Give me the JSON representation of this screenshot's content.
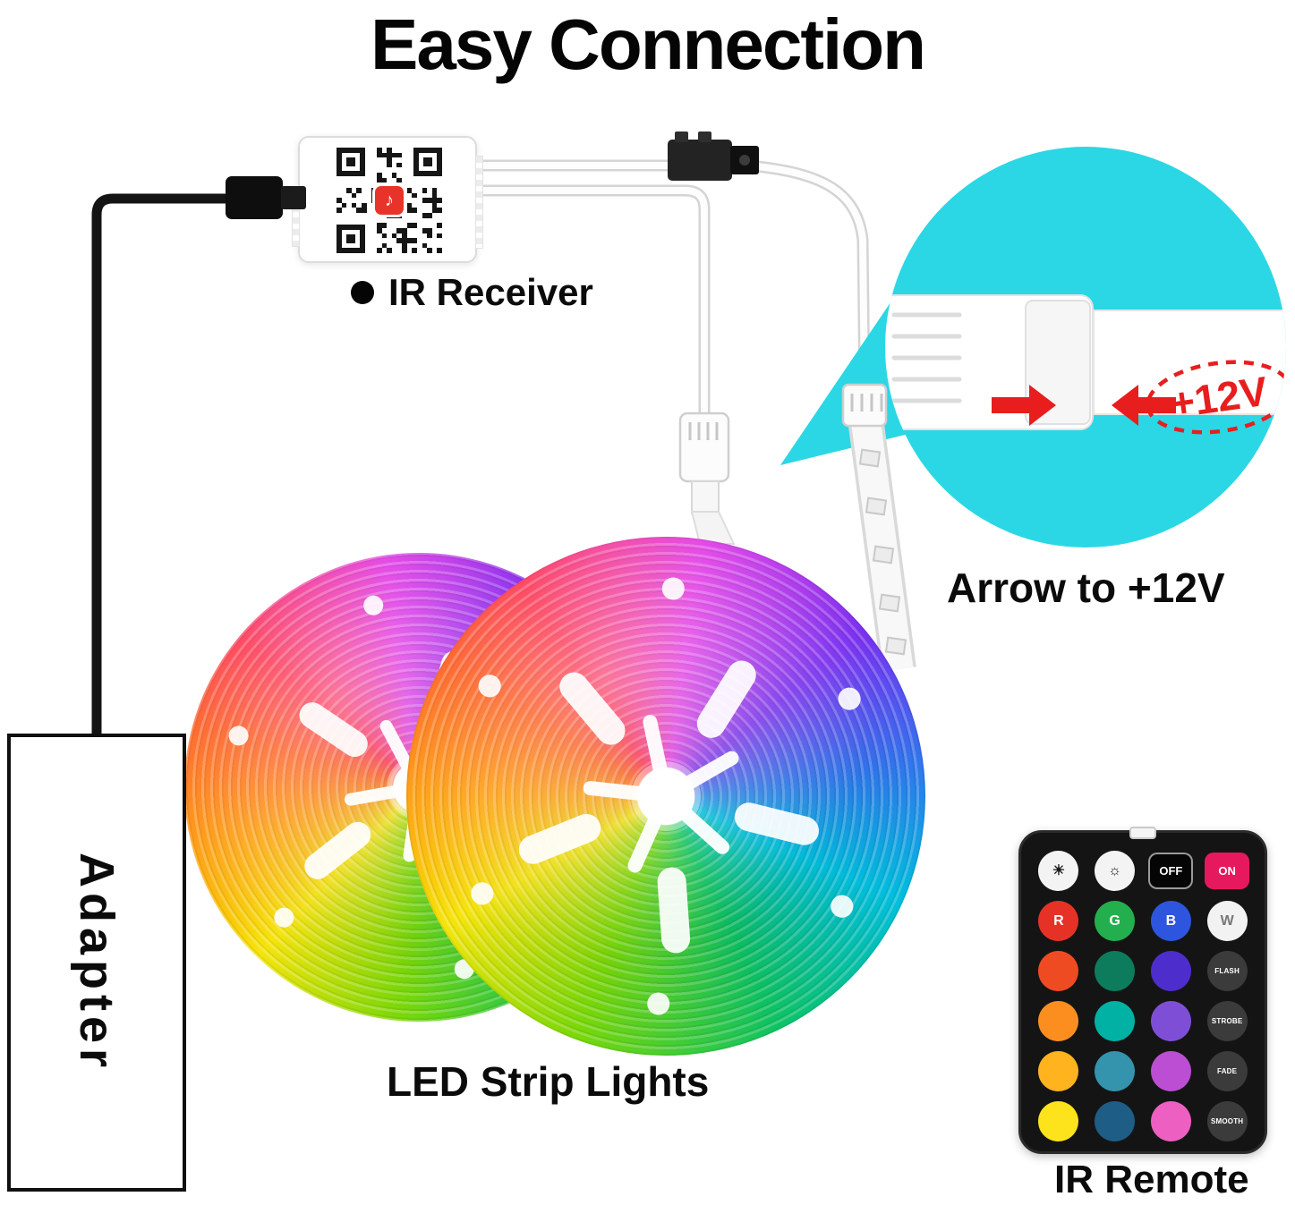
{
  "title": "Easy Connection",
  "labels": {
    "ir_receiver": "IR Receiver",
    "arrow_note": "Arrow to +12V",
    "plus_12v": "+12V",
    "led_strips": "LED Strip Lights",
    "adapter": "Adapter",
    "ir_remote": "IR Remote"
  },
  "colors": {
    "callout_circle": "#2bd7e5",
    "arrow_red": "#e81e1e",
    "remote_body": "#141414",
    "on_button": "#e6185e",
    "title_text": "#050505"
  },
  "remote": {
    "buttons": [
      {
        "name": "brightness-up",
        "label": "☀",
        "bg": "#f3f3f3",
        "fg": "#1a1a1a"
      },
      {
        "name": "brightness-down",
        "label": "☼",
        "bg": "#f3f3f3",
        "fg": "#1a1a1a"
      },
      {
        "name": "off",
        "label": "OFF",
        "bg": "#050505",
        "fg": "#ffffff",
        "pill": true,
        "ring": "#9a9a9a"
      },
      {
        "name": "on",
        "label": "ON",
        "bg": "#e6185e",
        "fg": "#ffffff",
        "pill": true
      },
      {
        "name": "red",
        "label": "R",
        "bg": "#e63226",
        "fg": "#ffffff"
      },
      {
        "name": "green",
        "label": "G",
        "bg": "#23af4e",
        "fg": "#ffffff"
      },
      {
        "name": "blue",
        "label": "B",
        "bg": "#2e55dd",
        "fg": "#ffffff"
      },
      {
        "name": "white",
        "label": "W",
        "bg": "#f2f2f2",
        "fg": "#777777"
      },
      {
        "name": "orange-red",
        "label": "",
        "bg": "#ef4b22",
        "fg": "#ffffff"
      },
      {
        "name": "dark-green",
        "label": "",
        "bg": "#0c7c5d",
        "fg": "#ffffff"
      },
      {
        "name": "dark-purple",
        "label": "",
        "bg": "#4d2ecc",
        "fg": "#ffffff"
      },
      {
        "name": "flash",
        "label": "FLASH",
        "bg": "#3b3b3b",
        "fg": "#ffffff"
      },
      {
        "name": "orange",
        "label": "",
        "bg": "#fc8e20",
        "fg": "#ffffff"
      },
      {
        "name": "teal",
        "label": "",
        "bg": "#00b1a4",
        "fg": "#ffffff"
      },
      {
        "name": "purple",
        "label": "",
        "bg": "#7e4fd6",
        "fg": "#ffffff"
      },
      {
        "name": "strobe",
        "label": "STROBE",
        "bg": "#3b3b3b",
        "fg": "#ffffff"
      },
      {
        "name": "amber",
        "label": "",
        "bg": "#ffb31e",
        "fg": "#ffffff"
      },
      {
        "name": "steel-blue",
        "label": "",
        "bg": "#3493ad",
        "fg": "#ffffff"
      },
      {
        "name": "orchid",
        "label": "",
        "bg": "#bb4ed2",
        "fg": "#ffffff"
      },
      {
        "name": "fade",
        "label": "FADE",
        "bg": "#3b3b3b",
        "fg": "#ffffff"
      },
      {
        "name": "yellow",
        "label": "",
        "bg": "#fde31c",
        "fg": "#ffffff"
      },
      {
        "name": "slate-blue",
        "label": "",
        "bg": "#1e5d86",
        "fg": "#ffffff"
      },
      {
        "name": "pink",
        "label": "",
        "bg": "#ee5fc2",
        "fg": "#ffffff"
      },
      {
        "name": "smooth",
        "label": "SMOOTH",
        "bg": "#3b3b3b",
        "fg": "#ffffff"
      }
    ]
  }
}
